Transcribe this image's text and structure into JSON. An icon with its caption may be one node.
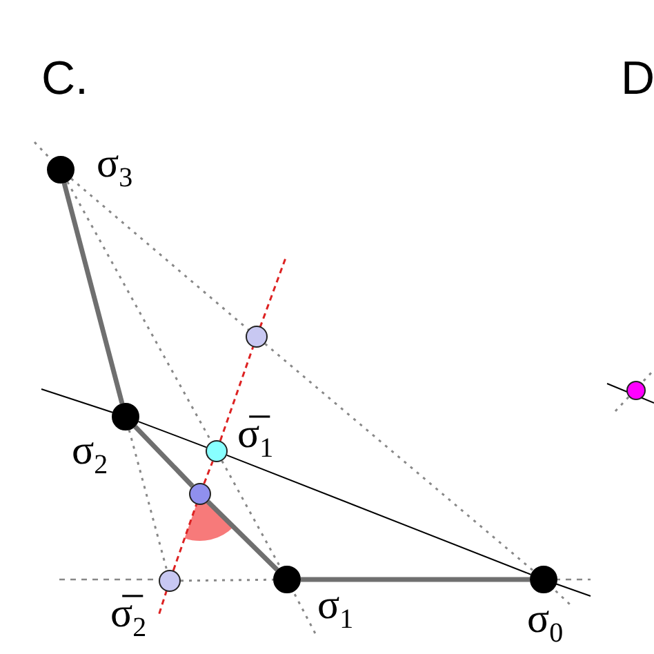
{
  "diagram": {
    "nodes": [
      {
        "text": [],
        "shape": "circle",
        "beside": [
          "σ$_{3}$"
        ]
      },
      {
        "text": [],
        "shape": "circle",
        "beside": [
          "σ$_{2}$"
        ]
      },
      {
        "text": [],
        "shape": "circle",
        "beside": [
          "σ$_{1}$"
        ]
      },
      {
        "text": [],
        "shape": "circle",
        "beside": [
          "σ$_{0}$"
        ]
      },
      {
        "text": [],
        "shape": "circle"
      },
      {
        "text": [],
        "shape": "circle",
        "beside": [
          "σ̅$_{1}$"
        ]
      },
      {
        "text": [],
        "shape": "circle"
      },
      {
        "text": [],
        "shape": "circle",
        "beside": [
          "σ̅$_{2}$"
        ]
      },
      {
        "text": [],
        "shape": "circle"
      }
    ],
    "edges": [
      {
        "from": 0,
        "to": 1,
        "arrow": "none",
        "style": "thick"
      },
      {
        "from": 1,
        "to": 6,
        "arrow": "none",
        "style": "thick"
      },
      {
        "from": 6,
        "to": 2,
        "arrow": "none",
        "style": "thick"
      },
      {
        "from": 2,
        "to": 3,
        "arrow": "none",
        "style": "thick"
      },
      {
        "from": 1,
        "to": 5,
        "arrow": "none",
        "color": "#000000"
      },
      {
        "from": 5,
        "to": 3,
        "arrow": "none",
        "color": "#000000"
      },
      {
        "from": 7,
        "to": 6,
        "arrow": "none",
        "style": "dashed",
        "color": "#dd2222"
      },
      {
        "from": 6,
        "to": 5,
        "arrow": "none",
        "style": "dashed",
        "color": "#dd2222"
      },
      {
        "from": 5,
        "to": 4,
        "arrow": "none",
        "style": "dashed",
        "color": "#dd2222"
      },
      {
        "from": 0,
        "to": 4,
        "arrow": "none",
        "style": "dashed"
      },
      {
        "from": 4,
        "to": 3,
        "arrow": "none",
        "style": "dashed"
      },
      {
        "from": 0,
        "to": 5,
        "arrow": "none",
        "style": "dashed"
      },
      {
        "from": 5,
        "to": 2,
        "arrow": "none",
        "style": "dashed"
      },
      {
        "from": null,
        "to": 1,
        "arrow": "none",
        "color": "#000000"
      },
      {
        "from": 1,
        "to": 7,
        "arrow": "none",
        "style": "dashed"
      },
      {
        "from": 7,
        "to": 2,
        "arrow": "none",
        "style": "dashed"
      }
    ],
    "labels": [
      "C.",
      "D"
    ]
  }
}
